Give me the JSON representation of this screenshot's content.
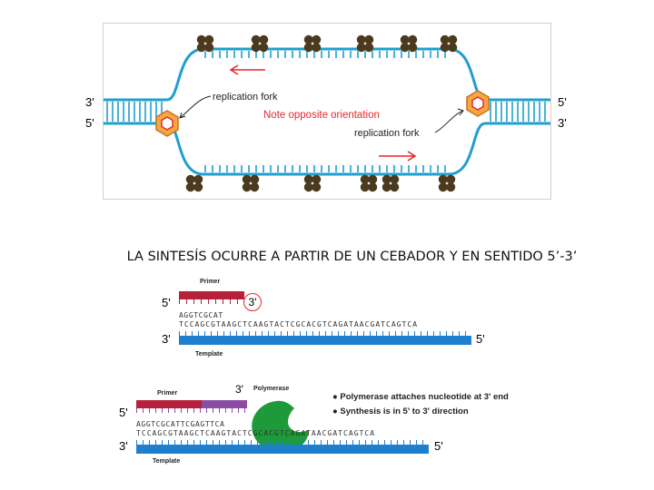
{
  "fork": {
    "label_3prime_left": "3'",
    "label_5prime_left": "5'",
    "label_5prime_right": "5'",
    "label_3prime_right": "3'",
    "fork_label_top": "replication fork",
    "fork_label_bottom": "replication fork",
    "note": "Note opposite orientation",
    "colors": {
      "strand": "#1e9fd0",
      "note": "#e8262b",
      "arrow": "#e8262b",
      "protein": "#4b3a1e",
      "helicase": "#f4a940"
    }
  },
  "caption": "LA SINTESÍS OCURRE A PARTIR DE UN CEBADOR Y EN SENTIDO 5’-3’",
  "primer_panel_1": {
    "primer_label": "Primer",
    "end_5": "5'",
    "end_3_circled": "3'",
    "seq_primer": "AGGTCGCAT",
    "seq_template": "TCCAGCGTAAGCTCAAGTACTCGCACGTCAGATAACGATCAGTCA",
    "end_3_template": "3'",
    "end_5_template": "5'",
    "template_label": "Template"
  },
  "primer_panel_2": {
    "primer_label": "Primer",
    "end_3_top": "3'",
    "polymerase_label": "Polymerase",
    "end_5": "5'",
    "seq_primer": "AGGTCGCATTCGAGTTCA",
    "seq_template": "TCCAGCGTAAGCTCAAGTACTCGCACGTCAGATAACGATCAGTCA",
    "end_3_template": "3'",
    "end_5_template": "5'",
    "template_label": "Template",
    "bullets": [
      "Polymerase attaches nucleotide at 3' end",
      "Synthesis is in 5' to 3' direction"
    ],
    "colors": {
      "primer": "#b5213a",
      "new_strand": "#8a4ca0",
      "template": "#1e7fcf",
      "polymerase": "#1e9a3a"
    }
  }
}
